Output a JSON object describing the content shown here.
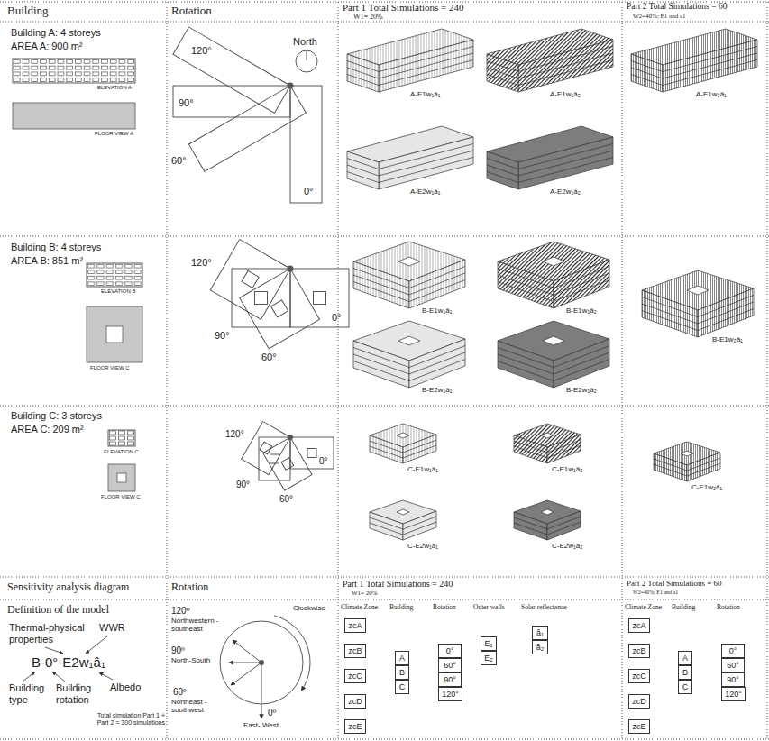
{
  "diagram": {
    "nodes": [
      {
        "text": [
          "zcA"
        ]
      },
      {
        "text": [
          "zcB"
        ]
      },
      {
        "text": [
          "zcC"
        ]
      },
      {
        "text": [
          "zcD"
        ]
      },
      {
        "text": [
          "zcE"
        ]
      },
      {
        "text": [
          "A"
        ]
      },
      {
        "text": [
          "B"
        ]
      },
      {
        "text": [
          "C"
        ]
      },
      {
        "text": [
          "0°"
        ]
      },
      {
        "text": [
          "60°"
        ]
      },
      {
        "text": [
          "90°"
        ]
      },
      {
        "text": [
          "120°"
        ]
      },
      {
        "text": [
          "E₁"
        ]
      },
      {
        "text": [
          "E₂"
        ]
      },
      {
        "text": [
          "â₁"
        ]
      },
      {
        "text": [
          "â₂"
        ]
      },
      {
        "text": [
          "zcA"
        ]
      },
      {
        "text": [
          "zcB"
        ]
      },
      {
        "text": [
          "zcC"
        ]
      },
      {
        "text": [
          "zcD"
        ]
      },
      {
        "text": [
          "zcE"
        ]
      },
      {
        "text": [
          "A"
        ]
      },
      {
        "text": [
          "B"
        ]
      },
      {
        "text": [
          "C"
        ]
      },
      {
        "text": [
          "0°"
        ]
      },
      {
        "text": [
          "60°"
        ]
      },
      {
        "text": [
          "90°"
        ]
      },
      {
        "text": [
          "120°"
        ]
      }
    ],
    "labels": [
      "Building",
      "Rotation",
      "Part 1 Total Simulations = 240",
      "W1= 20%",
      "Part 2 Total Simulations = 60",
      "W2=40%; E1 and a1",
      "Building A: 4 storeys",
      "AREA A: 900 m²",
      "ELEVATION A",
      "FLOOR VIEW A",
      "120°",
      "North",
      "90°",
      "60°",
      "0°",
      "A-E1w₁â₁",
      "A-E1w₁â₂",
      "A-E2w₁â₁",
      "A-E2w₁â₂",
      "A-E1w₂â₁",
      "Building B: 4 storeys",
      "AREA B: 851 m²",
      "ELEVATION B",
      "FLOOR VIEW C",
      "120°",
      "90°",
      "60°",
      "0°",
      "B-E1w₁â₁",
      "B-E1w₁â₂",
      "B-E2w₁â₁",
      "B-E2w₁â₂",
      "B-E1w₂â₁",
      "Building C: 3 storeys",
      "AREA C: 209 m²",
      "ELEVATION C",
      "FLOOR VIEW C",
      "120°",
      "90°",
      "0°",
      "60°",
      "C-E1w₁â₁",
      "C-E1w₁â₂",
      "C-E2w₁â₁",
      "C-E2w₁â₂",
      "C-E1w₂â₁",
      "Sensitivity analysis diagram",
      "Rotation",
      "Part 1 Total Simulations = 240",
      "W1= 20%",
      "Part 2 Total Simulations = 60",
      "W2=40%; E1 and a1",
      "Definition of the model",
      "Thermal-physical properties",
      "WWR",
      "B-0°-E2w₁â₁",
      "Albedo",
      "Building type",
      "Building rotation",
      "Total simulation Part 1 + Part 2 = 300 simulations",
      "120º",
      "Northwestern - southeast",
      "Clockwise",
      "90º",
      "North-South",
      "60º",
      "Northeast - southwest",
      "0º",
      "East- West",
      "Climate Zone",
      "Building",
      "Rotation",
      "Outer walls",
      "Solar reflectance",
      "Climate Zone",
      "Building",
      "Rotation"
    ]
  }
}
